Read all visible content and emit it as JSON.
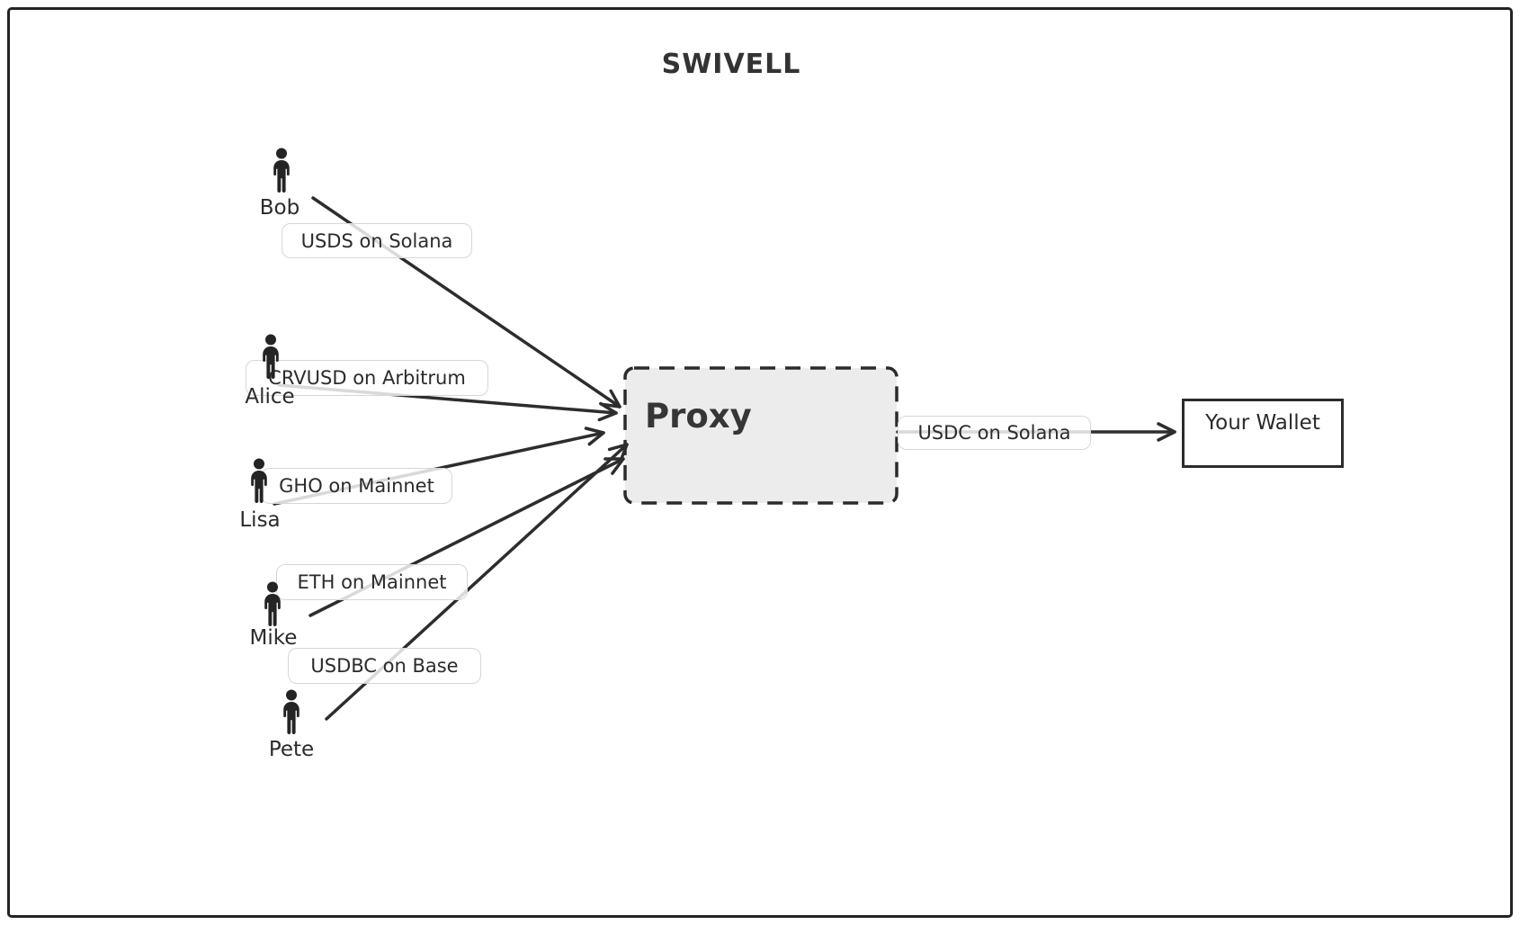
{
  "title": "SWIVELL",
  "senders": [
    {
      "name": "Bob",
      "asset": "USDS on Solana"
    },
    {
      "name": "Alice",
      "asset": "CRVUSD on Arbitrum"
    },
    {
      "name": "Lisa",
      "asset": "GHO on Mainnet"
    },
    {
      "name": "Mike",
      "asset": "ETH on Mainnet"
    },
    {
      "name": "Pete",
      "asset": "USDBC on Base"
    }
  ],
  "proxy": {
    "label": "Proxy"
  },
  "output": {
    "asset": "USDC on Solana"
  },
  "wallet": {
    "label": "Your Wallet"
  },
  "icons": {
    "sender": "person-pictogram"
  },
  "colors": {
    "stroke": "#2d2d2d",
    "proxy_fill": "#ececec",
    "label_border": "#d6d6d6",
    "canvas_bg": "#ffffff"
  }
}
